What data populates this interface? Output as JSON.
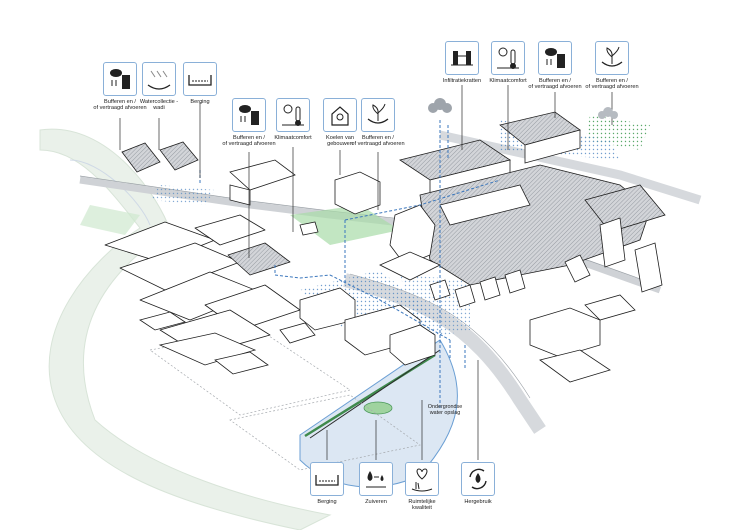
{
  "colors": {
    "accent": "#2f6fb5",
    "line": "#1e1e1e",
    "building_hatch": "#b9bcc2",
    "greenery": "#8fcf8f",
    "water_light": "#e3edf8",
    "water_stroke": "#5f98d2"
  },
  "callouts": {
    "top_left": [
      {
        "icon": "rain-building-icon",
        "label": "Bufferen en /\nof vertraagd afvoeren"
      },
      {
        "icon": "water-collection-wall-icon",
        "label": "Watercollectie -\nwadi"
      },
      {
        "icon": "storage-basin-icon",
        "label": "Berging"
      }
    ],
    "center": [
      {
        "icon": "rain-building-icon",
        "label": "Bufferen en /\nof vertraagd afvoeren"
      },
      {
        "icon": "thermometer-sun-icon",
        "label": "Klimaatcomfort"
      },
      {
        "icon": "house-sun-icon",
        "label": "Koelen van\ngebouwen"
      },
      {
        "icon": "plant-rain-icon",
        "label": "Bufferen en /\nof vertraagd afvoeren"
      }
    ],
    "top_right": [
      {
        "icon": "infiltration-crates-icon",
        "label": "Infiltratiekratten"
      },
      {
        "icon": "thermometer-sun-icon",
        "label": "Klimaatcomfort"
      },
      {
        "icon": "rain-building-icon",
        "label": "Bufferen en /\nof vertraagd afvoeren"
      },
      {
        "icon": "plant-rain-icon",
        "label": "Bufferen en /\nof vertraagd afvoeren"
      }
    ],
    "bottom": [
      {
        "icon": "storage-basin-icon",
        "label": "Berging"
      },
      {
        "icon": "water-purify-icon",
        "label": "Zuiveren"
      },
      {
        "icon": "heart-reeds-icon",
        "label": "Ruimtelijke\nkwaliteit"
      },
      {
        "icon": "recycle-drop-icon",
        "label": "Hergebruik"
      }
    ]
  },
  "annotations": {
    "groundwater": "Ondergrondse\nwater opslag"
  }
}
